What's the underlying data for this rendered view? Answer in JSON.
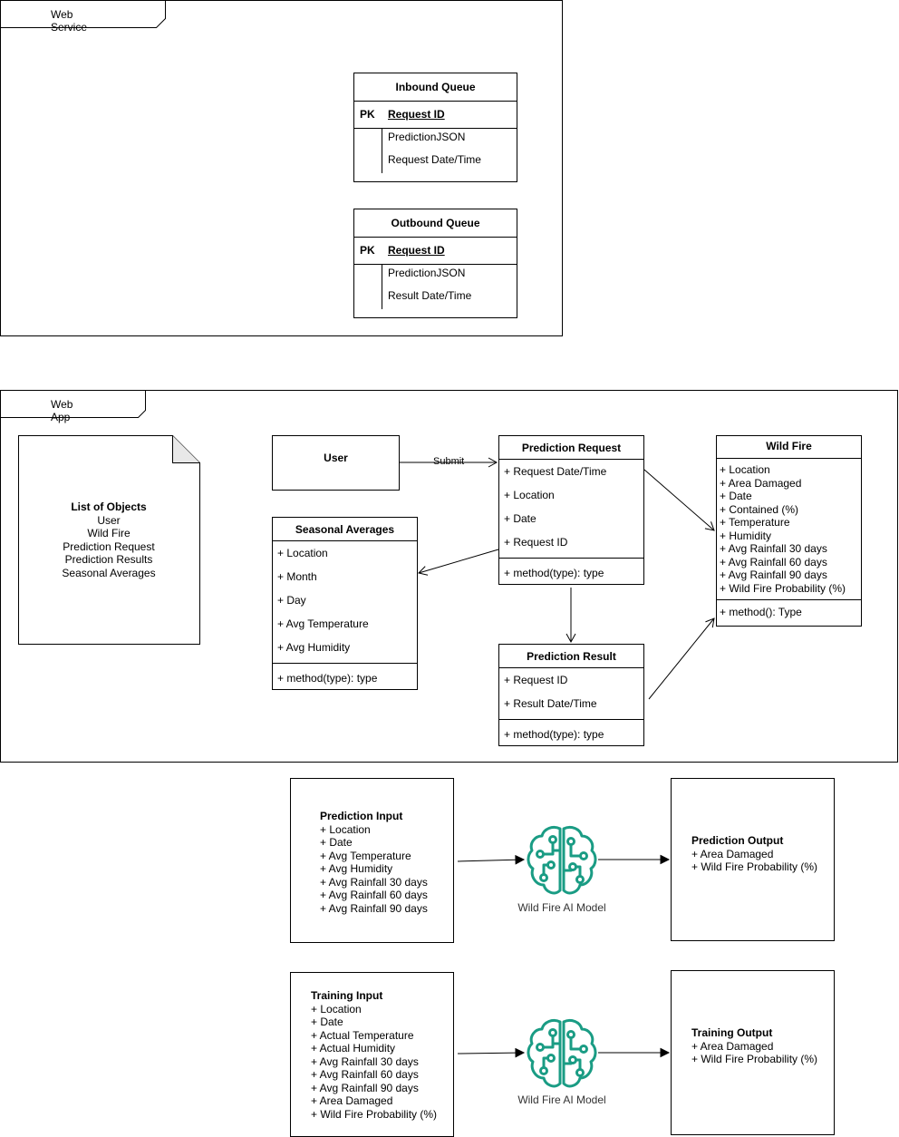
{
  "web_service": {
    "label": "Web Service",
    "inbound_queue": {
      "title": "Inbound Queue",
      "pk_label": "PK",
      "key_field": "Request ID",
      "fields": [
        "PredictionJSON",
        "Request Date/Time"
      ]
    },
    "outbound_queue": {
      "title": "Outbound Queue",
      "pk_label": "PK",
      "key_field": "Request ID",
      "fields": [
        "PredictionJSON",
        "Result Date/Time"
      ]
    }
  },
  "web_app": {
    "label": "Web App",
    "list_of_objects": {
      "title": "List of Objects",
      "items": [
        "User",
        "Wild Fire",
        "Prediction Request",
        "Prediction Results",
        "Seasonal Averages"
      ]
    },
    "user": {
      "title": "User"
    },
    "submit_label": "Submit",
    "prediction_request": {
      "title": "Prediction Request",
      "attributes": [
        "+ Request Date/Time",
        "+ Location",
        "+ Date",
        "+ Request ID"
      ],
      "method": "+ method(type): type"
    },
    "seasonal_averages": {
      "title": "Seasonal Averages",
      "attributes": [
        "+ Location",
        "+ Month",
        "+ Day",
        "+ Avg Temperature",
        "+ Avg Humidity"
      ],
      "method": "+ method(type): type"
    },
    "prediction_result": {
      "title": "Prediction Result",
      "attributes": [
        "+ Request ID",
        "+ Result Date/Time"
      ],
      "method": "+ method(type): type"
    },
    "wild_fire": {
      "title": "Wild Fire",
      "attributes": [
        "+ Location",
        "+ Area Damaged",
        "+ Date",
        "+ Contained (%)",
        "+ Temperature",
        "+ Humidity",
        "+ Avg Rainfall 30 days",
        "+ Avg Rainfall 60 days",
        "+ Avg Rainfall 90 days",
        "+ Wild Fire Probability (%)"
      ],
      "method": "+ method(): Type"
    }
  },
  "prediction_flow": {
    "input": {
      "title": "Prediction Input",
      "lines": [
        "+ Location",
        "+ Date",
        "+ Avg Temperature",
        "+ Avg Humidity",
        "+ Avg Rainfall 30 days",
        "+ Avg Rainfall 60 days",
        "+ Avg Rainfall 90 days"
      ]
    },
    "model_label": "Wild Fire AI Model",
    "output": {
      "title": "Prediction Output",
      "lines": [
        "+ Area Damaged",
        "+ Wild Fire Probability (%)"
      ]
    }
  },
  "training_flow": {
    "input": {
      "title": "Training Input",
      "lines": [
        "+ Location",
        "+ Date",
        "+ Actual Temperature",
        "+ Actual Humidity",
        "+ Avg Rainfall 30 days",
        "+ Avg Rainfall 60 days",
        "+ Avg Rainfall 90 days",
        "+ Area Damaged",
        "+ Wild Fire Probability (%)"
      ]
    },
    "model_label": "Wild Fire AI Model",
    "output": {
      "title": "Training Output",
      "lines": [
        "+ Area Damaged",
        "+ Wild Fire Probability (%)"
      ]
    }
  },
  "colors": {
    "model_icon": "#1a9c84",
    "line": "#000000"
  },
  "icons": {
    "model": "brain-circuit-icon"
  }
}
